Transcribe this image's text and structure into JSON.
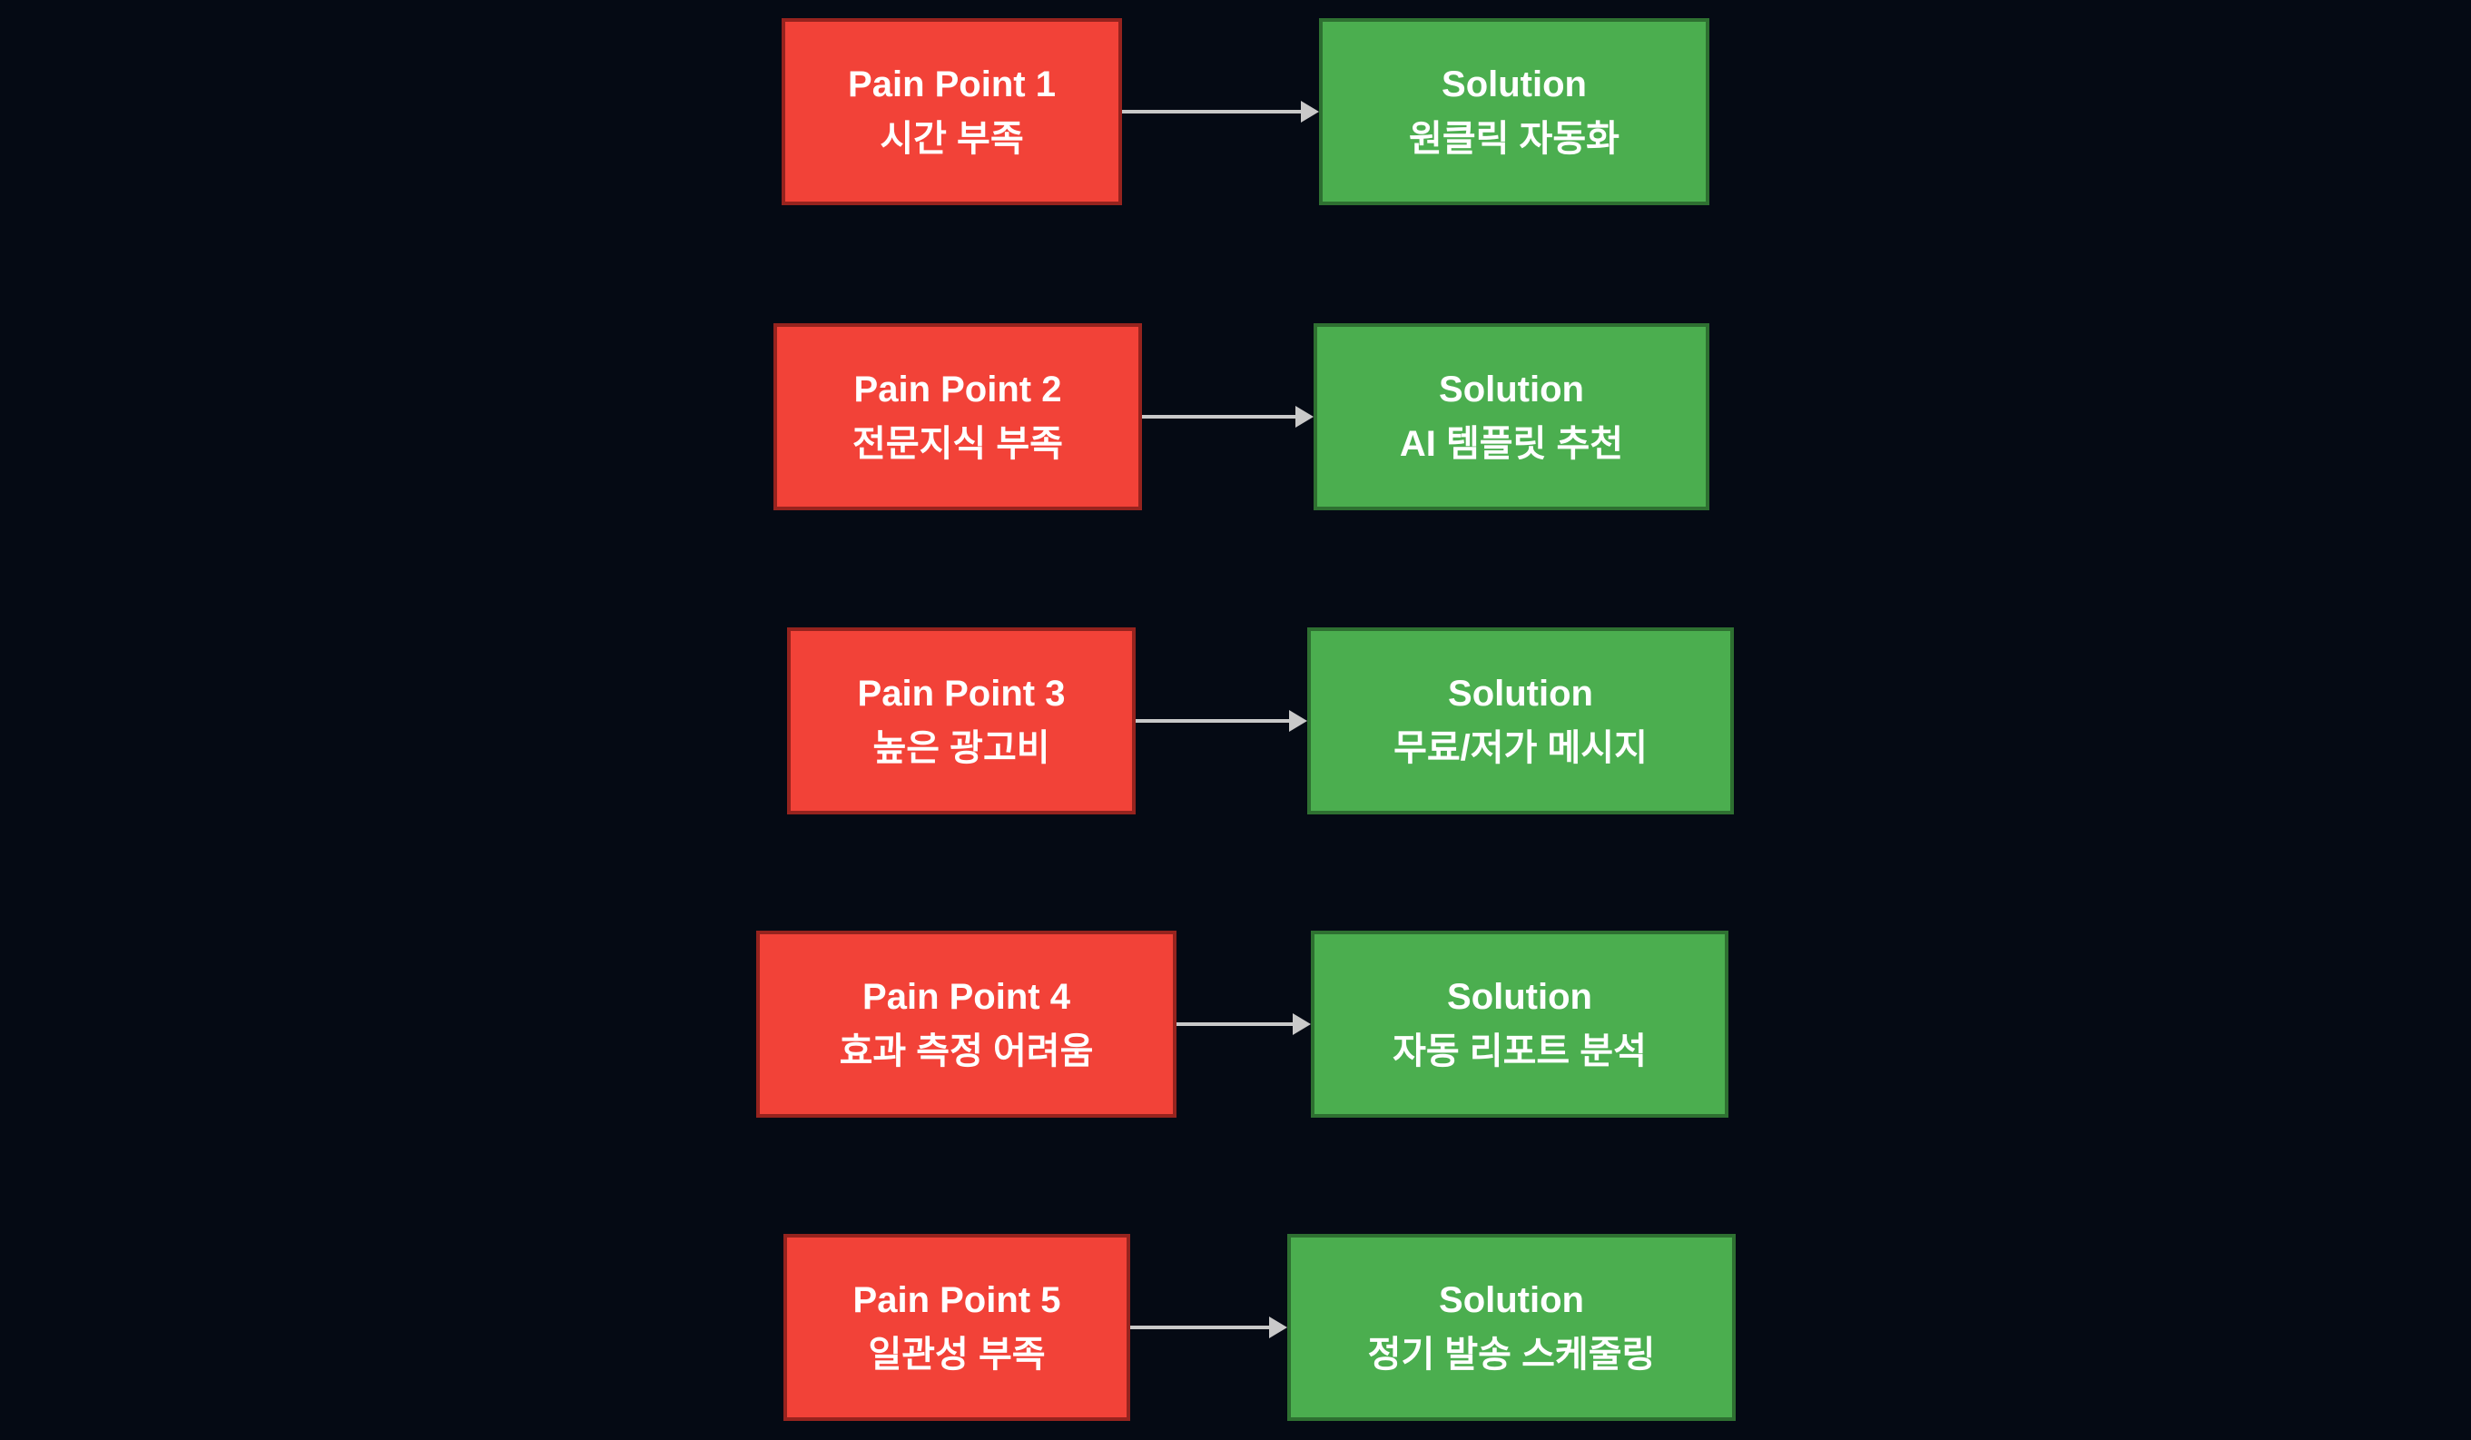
{
  "colors": {
    "bg": "#050a14",
    "pain-fill": "#f24238",
    "pain-border": "#96231e",
    "solution-fill": "#4bae4f",
    "solution-border": "#2e7031",
    "arrow": "#c9c9c9",
    "text": "#ffffff"
  },
  "diagram": {
    "rows": [
      {
        "pain": {
          "title": "Pain Point 1",
          "subtitle": "시간 부족"
        },
        "solution": {
          "title": "Solution",
          "subtitle": "원클릭 자동화"
        }
      },
      {
        "pain": {
          "title": "Pain Point 2",
          "subtitle": "전문지식 부족"
        },
        "solution": {
          "title": "Solution",
          "subtitle": "AI 템플릿 추천"
        }
      },
      {
        "pain": {
          "title": "Pain Point 3",
          "subtitle": "높은 광고비"
        },
        "solution": {
          "title": "Solution",
          "subtitle": "무료/저가 메시지"
        }
      },
      {
        "pain": {
          "title": "Pain Point 4",
          "subtitle": "효과 측정 어려움"
        },
        "solution": {
          "title": "Solution",
          "subtitle": "자동 리포트 분석"
        }
      },
      {
        "pain": {
          "title": "Pain Point 5",
          "subtitle": "일관성 부족"
        },
        "solution": {
          "title": "Solution",
          "subtitle": "정기 발송 스케줄링"
        }
      }
    ]
  }
}
